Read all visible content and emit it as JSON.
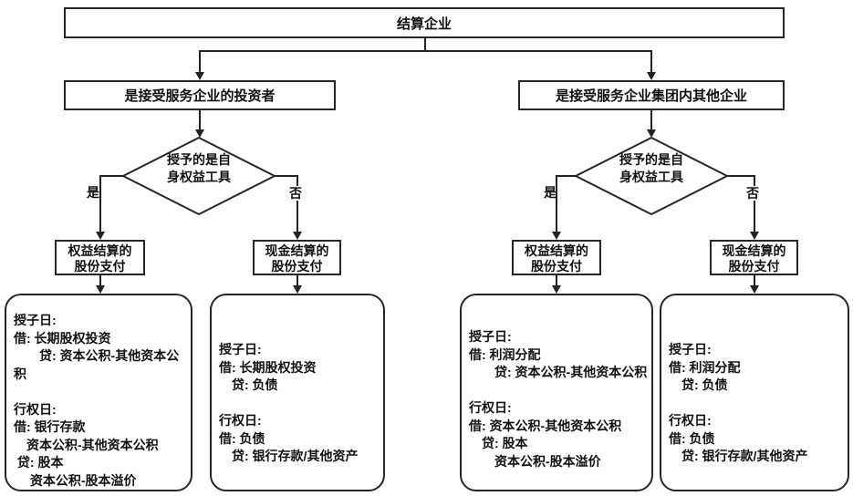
{
  "root": "结算企业",
  "left": {
    "header": "是接受服务企业的投资者",
    "diamond": [
      "授予的是自",
      "身权益工具"
    ],
    "yes": "是",
    "no": "否",
    "equity": [
      "权益结算的",
      "股份支付"
    ],
    "cash": [
      "现金结算的",
      "股份支付"
    ],
    "equity_entries": [
      "授子日:",
      "借: 长期股权投资",
      "　　贷: 资本公积-其他资本公",
      "积",
      "",
      "行权日:",
      "借: 银行存款",
      "　资本公积-其他资本公积",
      " 贷: 股本",
      "　 资本公积-股本溢价"
    ],
    "cash_entries": [
      "授子日:",
      "借: 长期股权投资",
      "　贷: 负债",
      "",
      "行权日:",
      "借: 负债",
      "　贷: 银行存款/其他资产"
    ]
  },
  "right": {
    "header": "是接受服务企业集团内其他企业",
    "diamond": [
      "授予的是自",
      "身权益工具"
    ],
    "yes": "是",
    "no": "否",
    "equity": [
      "权益结算的",
      "股份支付"
    ],
    "cash": [
      "现金结算的",
      "股份支付"
    ],
    "equity_entries": [
      "授子日:",
      "借: 利润分配",
      "　　贷: 资本公积-其他资本公积",
      "",
      "行权日:",
      "借: 资本公积-其他资本公积",
      "　贷: 股本",
      "　　资本公积-股本溢价"
    ],
    "cash_entries": [
      "授子日:",
      "借: 利润分配",
      "　贷: 负债",
      "",
      "行权日:",
      "借: 负债",
      "　贷: 银行存款/其他资产"
    ]
  }
}
